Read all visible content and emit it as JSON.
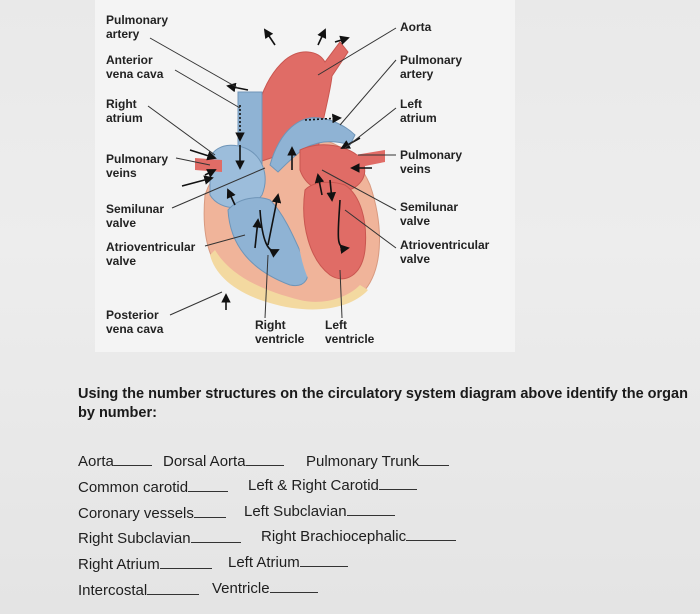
{
  "diagram": {
    "labels_left": [
      {
        "id": "pulmonary-artery",
        "text": "Pulmonary\nartery"
      },
      {
        "id": "anterior-vena-cava",
        "text": "Anterior\nvena cava"
      },
      {
        "id": "right-atrium",
        "text": "Right\natrium"
      },
      {
        "id": "pulmonary-veins-left",
        "text": "Pulmonary\nveins"
      },
      {
        "id": "semilunar-valve-left",
        "text": "Semilunar\nvalve"
      },
      {
        "id": "atrioventricular-valve-left",
        "text": "Atrioventricular\nvalve"
      },
      {
        "id": "posterior-vena-cava",
        "text": "Posterior\nvena cava"
      }
    ],
    "labels_right": [
      {
        "id": "aorta",
        "text": "Aorta"
      },
      {
        "id": "pulmonary-artery-right",
        "text": "Pulmonary\nartery"
      },
      {
        "id": "left-atrium",
        "text": "Left\natrium"
      },
      {
        "id": "pulmonary-veins-right",
        "text": "Pulmonary\nveins"
      },
      {
        "id": "semilunar-valve-right",
        "text": "Semilunar\nvalve"
      },
      {
        "id": "atrioventricular-valve-right",
        "text": "Atrioventricular\nvalve"
      }
    ],
    "labels_bottom": [
      {
        "id": "right-ventricle",
        "text": "Right\nventricle"
      },
      {
        "id": "left-ventricle",
        "text": "Left\nventricle"
      }
    ],
    "colors": {
      "oxygenated": "#e06c66",
      "deoxygenated": "#8fb3d4",
      "muscle": "#f0b49a",
      "fat": "#f3d9a0"
    }
  },
  "question": "Using the number structures on the circulatory system diagram above identify the organ by number:",
  "answers": [
    {
      "id": "aorta",
      "text": "Aorta"
    },
    {
      "id": "dorsal-aorta",
      "text": "Dorsal Aorta"
    },
    {
      "id": "pulmonary-trunk",
      "text": "Pulmonary Trunk"
    },
    {
      "id": "common-carotid",
      "text": "Common carotid"
    },
    {
      "id": "left-right-carotid",
      "text": "Left & Right Carotid"
    },
    {
      "id": "coronary-vessels",
      "text": "Coronary vessels"
    },
    {
      "id": "left-subclavian",
      "text": "Left Subclavian"
    },
    {
      "id": "right-subclavian",
      "text": "Right Subclavian"
    },
    {
      "id": "right-brachiocephalic",
      "text": "Right Brachiocephalic"
    },
    {
      "id": "right-atrium",
      "text": "Right Atrium"
    },
    {
      "id": "left-atrium",
      "text": "Left Atrium"
    },
    {
      "id": "intercostal",
      "text": "Intercostal"
    },
    {
      "id": "ventricle",
      "text": "Ventricle"
    }
  ]
}
